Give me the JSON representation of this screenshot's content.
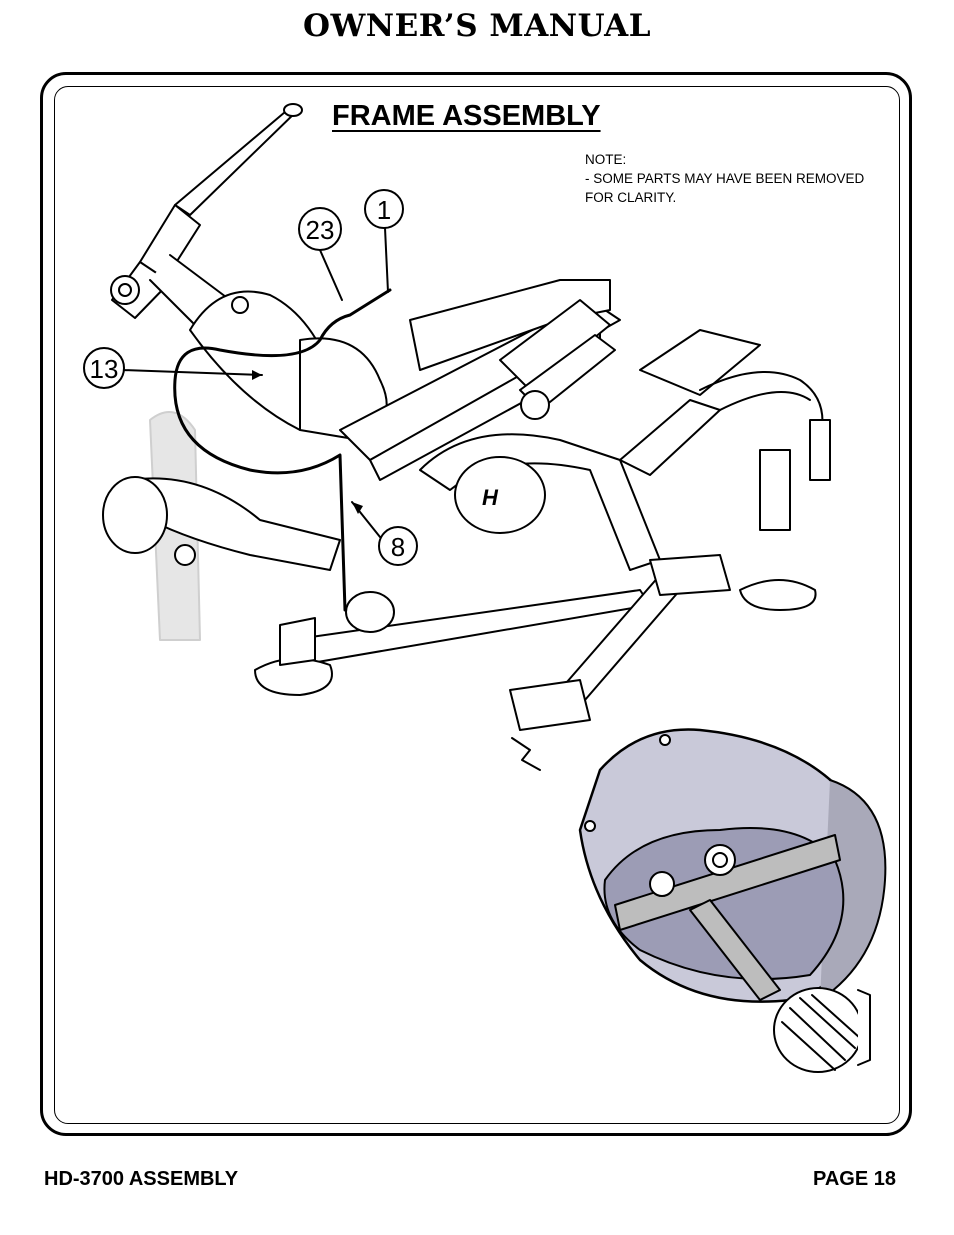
{
  "header": {
    "title": "OWNER’S MANUAL"
  },
  "section": {
    "title": "FRAME ASSEMBLY"
  },
  "note": {
    "heading": "NOTE:",
    "line1": "- SOME PARTS MAY HAVE BEEN REMOVED",
    "line2": "FOR CLARITY."
  },
  "callouts": [
    {
      "label": "1"
    },
    {
      "label": "23"
    },
    {
      "label": "13"
    },
    {
      "label": "8"
    }
  ],
  "footer": {
    "left": "HD-3700 ASSEMBLY",
    "right": "PAGE 18"
  }
}
